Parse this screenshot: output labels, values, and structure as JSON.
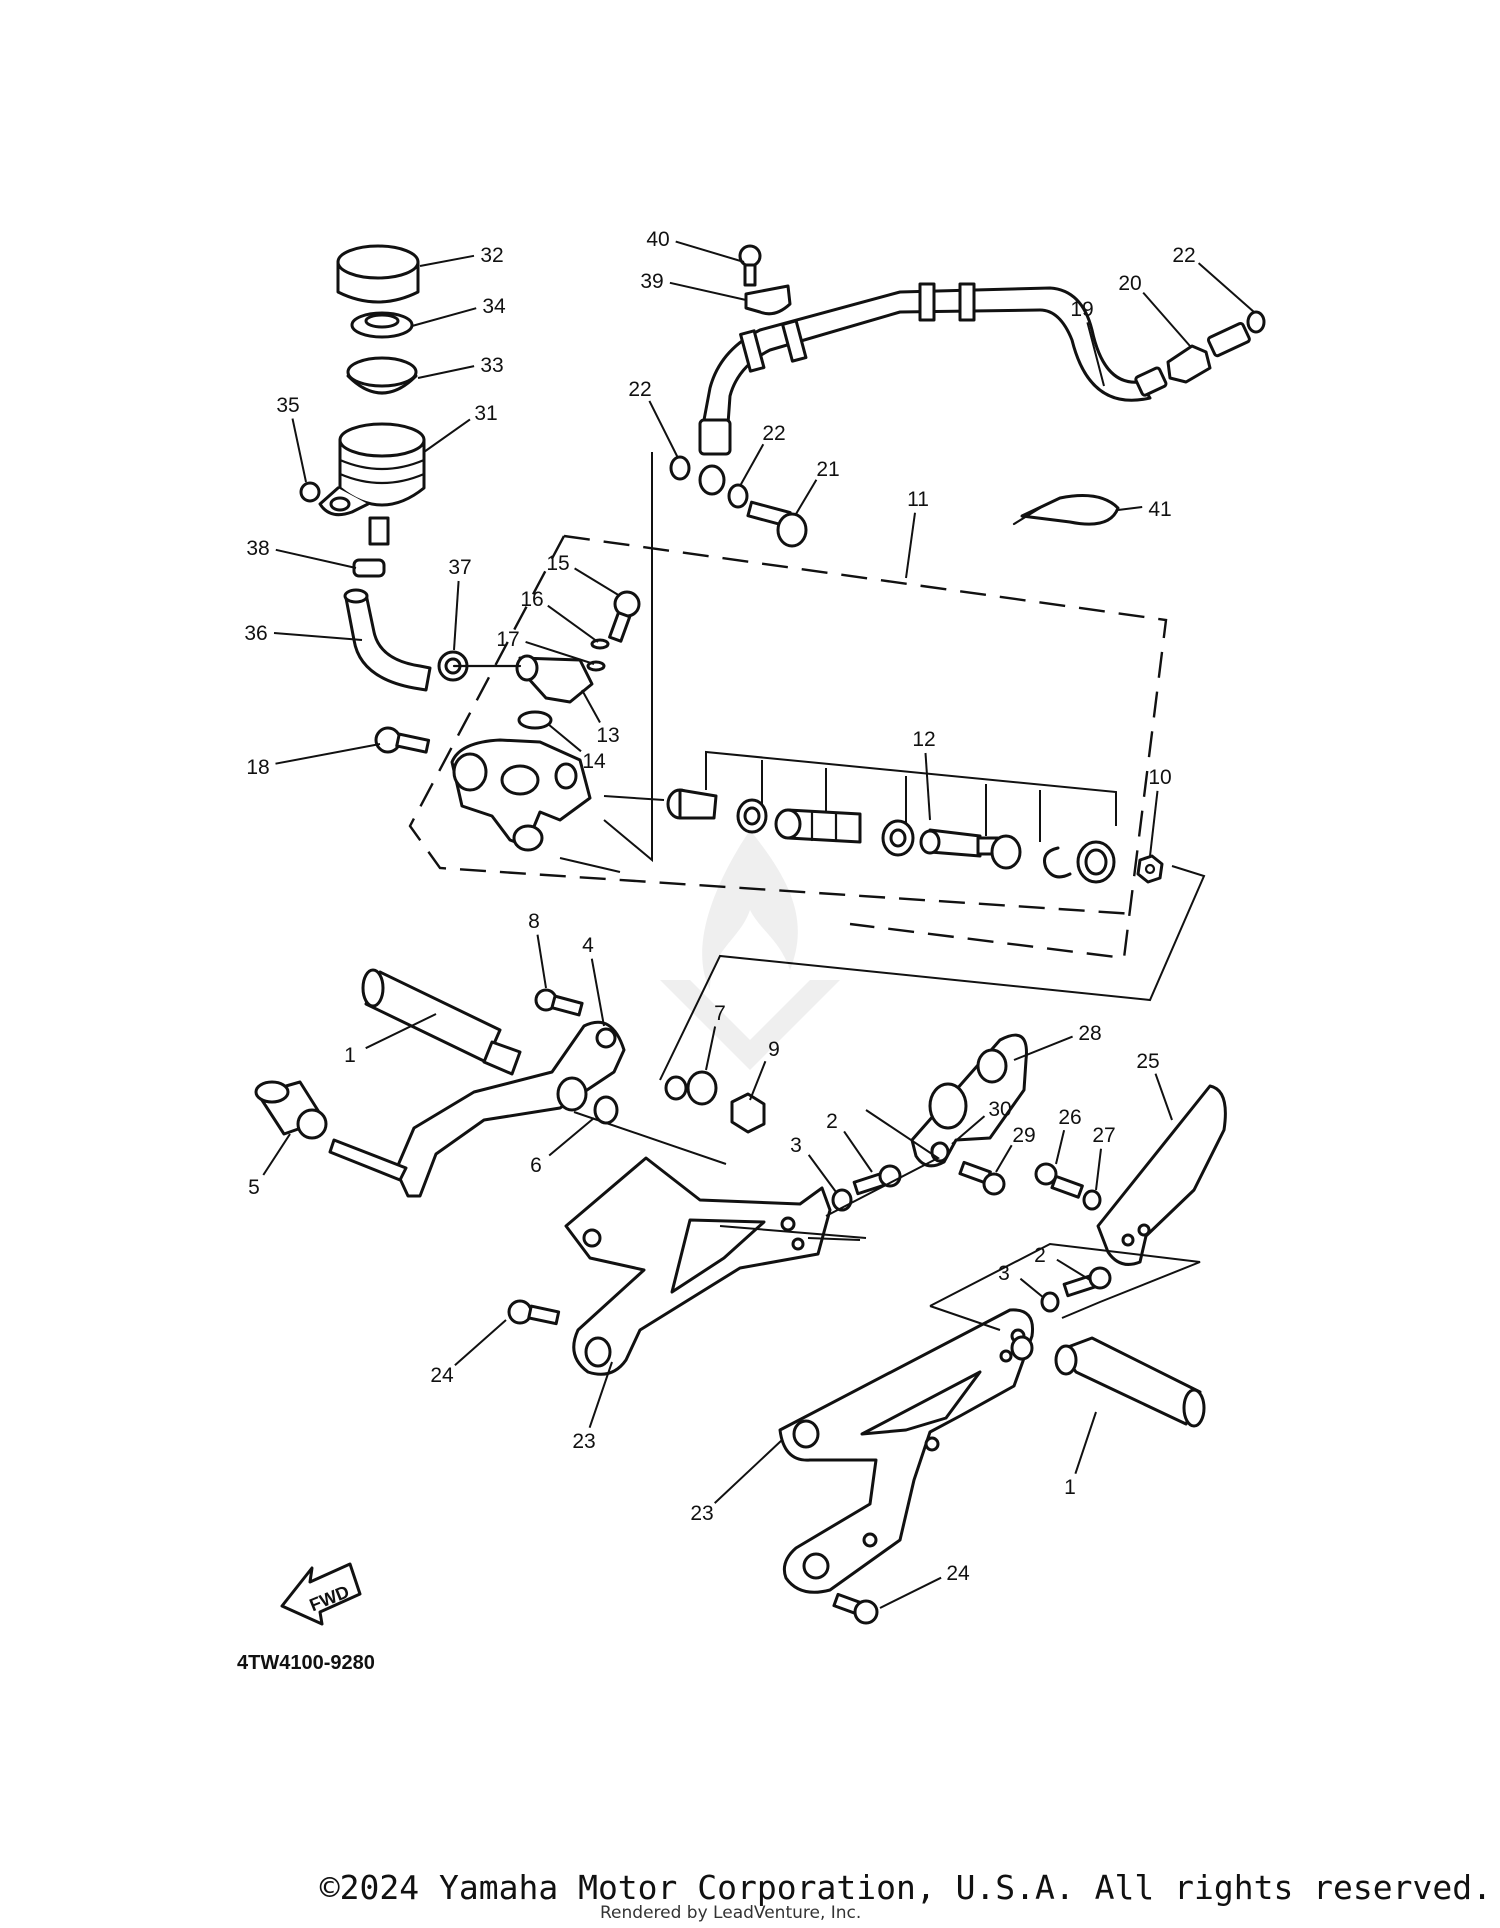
{
  "diagram": {
    "part_code": "4TW4100-9280",
    "direction_label": "FWD",
    "callouts": [
      {
        "id": "c32",
        "label": "32"
      },
      {
        "id": "c34",
        "label": "34"
      },
      {
        "id": "c33",
        "label": "33"
      },
      {
        "id": "c35",
        "label": "35"
      },
      {
        "id": "c31",
        "label": "31"
      },
      {
        "id": "c38",
        "label": "38"
      },
      {
        "id": "c37",
        "label": "37"
      },
      {
        "id": "c36",
        "label": "36"
      },
      {
        "id": "c15",
        "label": "15"
      },
      {
        "id": "c16",
        "label": "16"
      },
      {
        "id": "c17",
        "label": "17"
      },
      {
        "id": "c13",
        "label": "13"
      },
      {
        "id": "c14",
        "label": "14"
      },
      {
        "id": "c18",
        "label": "18"
      },
      {
        "id": "c40",
        "label": "40"
      },
      {
        "id": "c39",
        "label": "39"
      },
      {
        "id": "c22a",
        "label": "22"
      },
      {
        "id": "c22b",
        "label": "22"
      },
      {
        "id": "c21",
        "label": "21"
      },
      {
        "id": "c11",
        "label": "11"
      },
      {
        "id": "c22c",
        "label": "22"
      },
      {
        "id": "c20",
        "label": "20"
      },
      {
        "id": "c19",
        "label": "19"
      },
      {
        "id": "c41",
        "label": "41"
      },
      {
        "id": "c12",
        "label": "12"
      },
      {
        "id": "c10",
        "label": "10"
      },
      {
        "id": "c8",
        "label": "8"
      },
      {
        "id": "c4",
        "label": "4"
      },
      {
        "id": "c1a",
        "label": "1"
      },
      {
        "id": "c7",
        "label": "7"
      },
      {
        "id": "c9",
        "label": "9"
      },
      {
        "id": "c28",
        "label": "28"
      },
      {
        "id": "c25",
        "label": "25"
      },
      {
        "id": "c5",
        "label": "5"
      },
      {
        "id": "c6",
        "label": "6"
      },
      {
        "id": "c3a",
        "label": "3"
      },
      {
        "id": "c2a",
        "label": "2"
      },
      {
        "id": "c30",
        "label": "30"
      },
      {
        "id": "c29",
        "label": "29"
      },
      {
        "id": "c26",
        "label": "26"
      },
      {
        "id": "c27",
        "label": "27"
      },
      {
        "id": "c2b",
        "label": "2"
      },
      {
        "id": "c3b",
        "label": "3"
      },
      {
        "id": "c24a",
        "label": "24"
      },
      {
        "id": "c23a",
        "label": "23"
      },
      {
        "id": "c23b",
        "label": "23"
      },
      {
        "id": "c1b",
        "label": "1"
      },
      {
        "id": "c24b",
        "label": "24"
      }
    ]
  },
  "footer": {
    "copyright": "©2024 Yamaha Motor Corporation, U.S.A. All rights reserved.",
    "rendered_by": "Rendered by LeadVenture, Inc."
  }
}
